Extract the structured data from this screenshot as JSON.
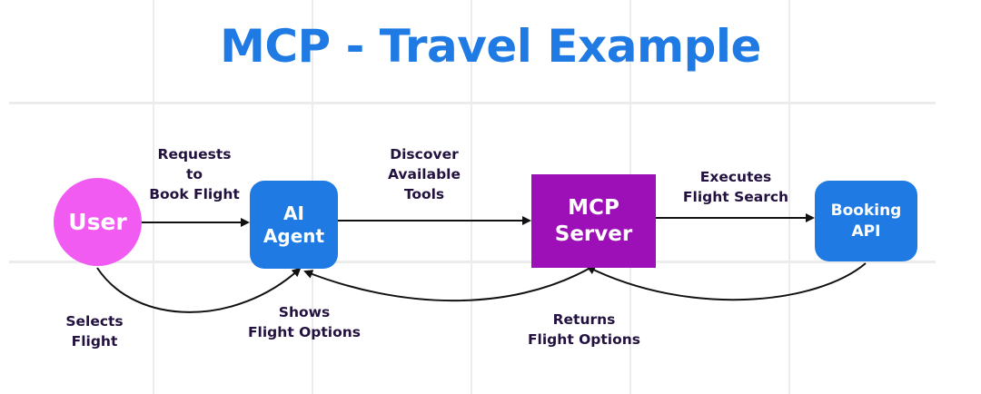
{
  "title": "MCP - Travel Example",
  "nodes": {
    "user": "User",
    "agent": "AI\nAgent",
    "mcp_server": "MCP\nServer",
    "booking_api": "Booking\nAPI"
  },
  "edges": {
    "requests": "Requests\nto\nBook Flight",
    "discover": "Discover\nAvailable\nTools",
    "executes": "Executes\nFlight Search",
    "shows": "Shows\nFlight Options",
    "returns": "Returns\nFlight Options",
    "selects": "Selects\nFlight"
  },
  "colors": {
    "title": "#1f7be3",
    "user": "#f15bf2",
    "agent": "#1f7be3",
    "mcp_server": "#9d10b8",
    "booking_api": "#1f7be3",
    "label_text": "#23123f",
    "arrow": "#111111",
    "grid": "#ececec"
  }
}
